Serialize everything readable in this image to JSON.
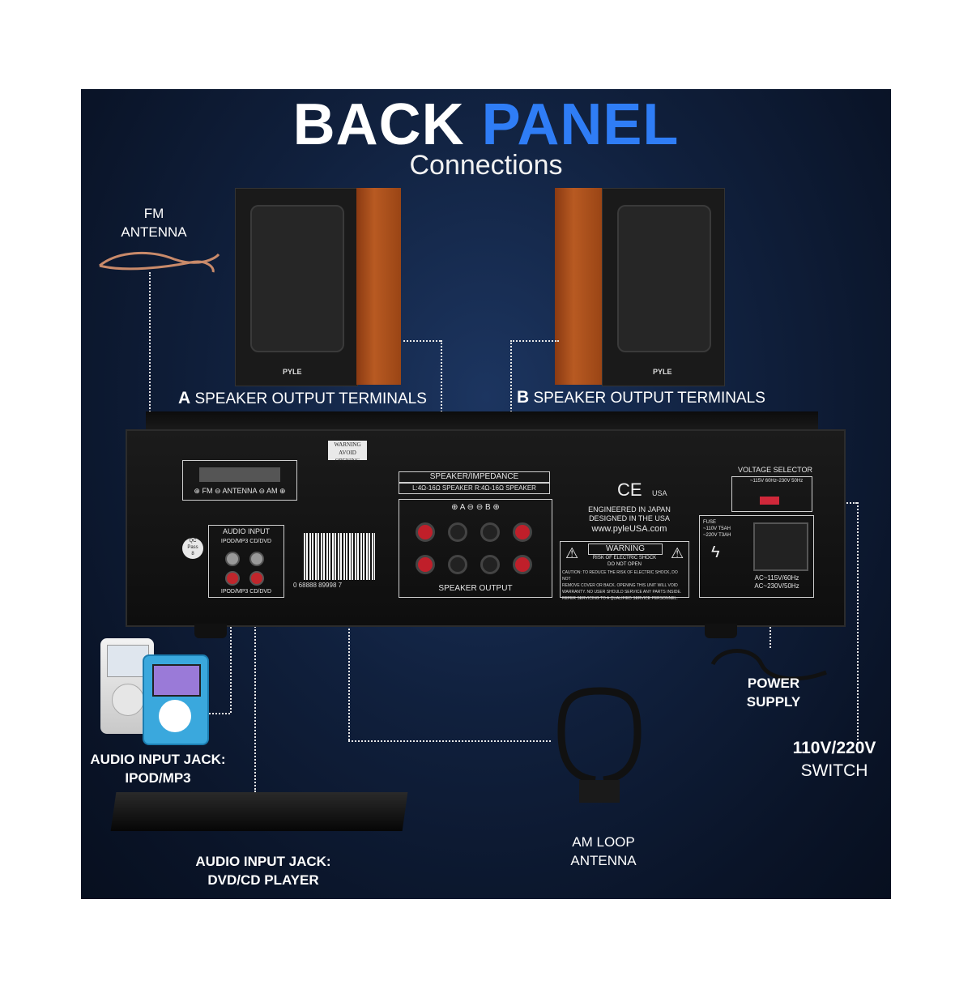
{
  "header": {
    "title_white": "BACK",
    "title_blue": "PANEL",
    "subtitle": "Connections"
  },
  "labels": {
    "fm_antenna": [
      "FM",
      "ANTENNA"
    ],
    "speaker_a_letter": "A",
    "speaker_a": " SPEAKER OUTPUT TERMINALS",
    "speaker_b_letter": "B",
    "speaker_b": " SPEAKER OUTPUT TERMINALS",
    "audio_input_ipod": [
      "AUDIO INPUT JACK:",
      "IPOD/MP3"
    ],
    "audio_input_dvd": [
      "AUDIO INPUT JACK:",
      "DVD/CD PLAYER"
    ],
    "am_loop": [
      "AM LOOP",
      "ANTENNA"
    ],
    "power_supply": [
      "POWER",
      "SUPPLY"
    ],
    "voltage_switch": [
      "110V/220V",
      "SWITCH"
    ]
  },
  "speaker_brand": "PYLE",
  "amp_panel": {
    "warning_sticker": [
      "WARNING",
      "AVOID OPENING"
    ],
    "antenna_terminal": "⊕ FM ⊖  ANTENNA  ⊖ AM ⊕",
    "audio_input_title": "AUDIO INPUT",
    "audio_input_sub": "IPOD/MP3   CD/DVD",
    "audio_input_bottom": "IPOD/MP3   CD/DVD",
    "qc": [
      "QC",
      "Pass",
      "8"
    ],
    "barcode_number": "0  68888 89998  7",
    "speaker_impedance": "SPEAKER/IMPEDANCE",
    "impedance_detail": "L:4Ω-16Ω SPEAKER  R:4Ω-16Ω SPEAKER",
    "terminal_ab": "⊕  A  ⊖      ⊖  B  ⊕",
    "speaker_output": "SPEAKER OUTPUT",
    "ce": "CE",
    "usa": "USA",
    "engineered": [
      "ENGINEERED IN JAPAN",
      "DESIGNED IN THE USA",
      "www.pyleUSA.com"
    ],
    "warning_title": "WARNING",
    "warning_lines": [
      "RISK OF ELECTRIC SHOCK",
      "DO NOT OPEN"
    ],
    "caution_lines": [
      "CAUTION: TO REDUCE THE RISK OF ELECTRIC SHOCK, DO NOT",
      "REMOVE COVER OR BACK. OPENING THIS UNIT WILL VOID",
      "WARRANTY. NO USER SHOULD SERVICE ANY PARTS INSIDE.",
      "REFER SERVICING TO A QUALIFIED SERVICE PERSONNEL."
    ],
    "voltage_selector": "VOLTAGE SELECTOR",
    "voltage_options": [
      "~115V 60Hz",
      "~230V 50Hz"
    ],
    "fuse": [
      "FUSE",
      "~110V T5AH",
      "~220V T3AH"
    ],
    "ac": [
      "AC~115V/60Hz",
      "AC~230V/50Hz"
    ]
  },
  "colors": {
    "background": "#0d1a33",
    "accent_blue": "#2f7df6",
    "wood": "#b85a22"
  }
}
